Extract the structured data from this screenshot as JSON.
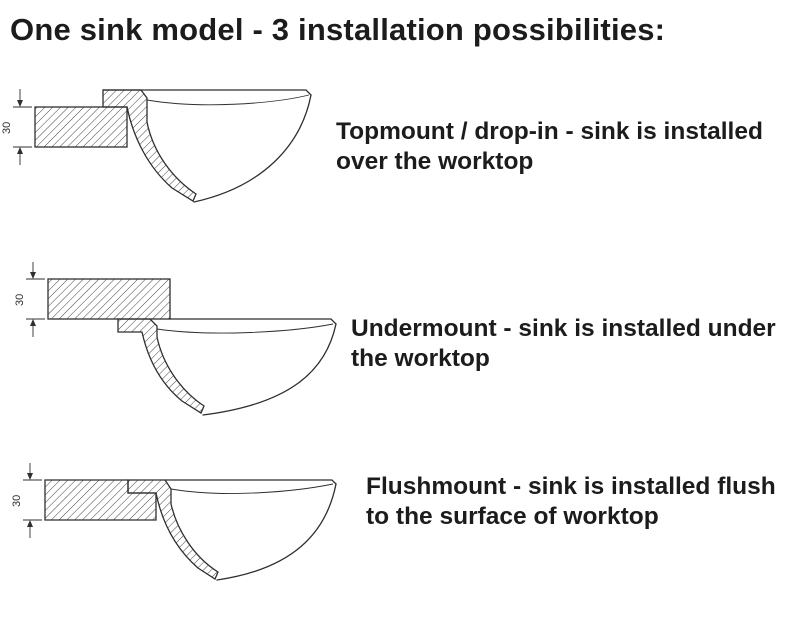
{
  "title": "One sink model - 3 installation possibilities:",
  "items": [
    {
      "id": "topmount",
      "description": "Topmount / drop-in - sink is installed over the worktop",
      "dimension_label": "30"
    },
    {
      "id": "undermount",
      "description": "Undermount - sink is installed under the worktop",
      "dimension_label": "30"
    },
    {
      "id": "flushmount",
      "description": "Flushmount - sink is installed flush to the surface of worktop",
      "dimension_label": "30"
    }
  ],
  "colors": {
    "line": "#2f2f2f",
    "text": "#1c1c1c",
    "background": "#ffffff"
  }
}
